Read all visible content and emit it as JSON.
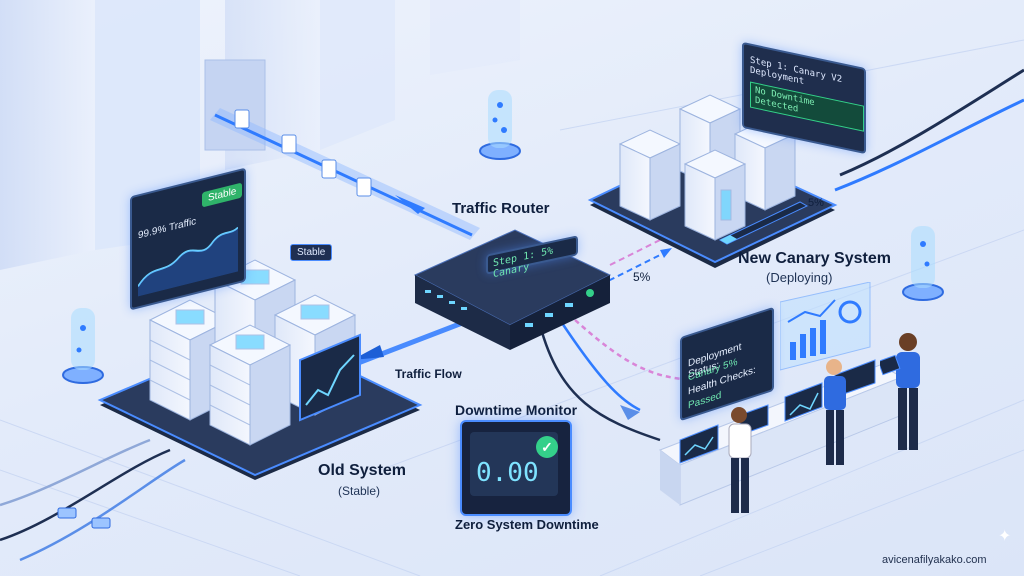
{
  "colors": {
    "background": "#e6edfb",
    "accent_blue": "#2f7bff",
    "glow_cyan": "#6fd6ff",
    "canary_pink": "#d985d8",
    "screen_dark": "#1a2a47",
    "status_green": "#34d08a",
    "monitor_text": "#7fe3ff"
  },
  "old_system": {
    "title": "Old System",
    "subtitle": "(Stable)",
    "chart_label": "99.9% Traffic",
    "chart_badge": "Stable",
    "rack_badge": "Stable"
  },
  "router": {
    "title": "Traffic Router",
    "display": "Step 1: 5% Canary"
  },
  "traffic": {
    "flow_label": "Traffic Flow",
    "canary_percent": "5%"
  },
  "new_system": {
    "title": "New Canary System",
    "subtitle": "(Deploying)",
    "panel_line1": "Step 1: Canary V2 Deployment",
    "panel_line2": "No Downtime Detected",
    "progress_label": "5%"
  },
  "deployment_status": {
    "line1": "Deployment Status:",
    "line2": "Canary 5%",
    "line3": "Health Checks:",
    "line4": "Passed"
  },
  "downtime_monitor": {
    "title": "Downtime Monitor",
    "value": "0.00",
    "caption": "Zero System Downtime",
    "check_icon": "check-icon"
  },
  "watermark": {
    "text": "avicenafilyakako.com",
    "icon": "sparkle-icon"
  }
}
